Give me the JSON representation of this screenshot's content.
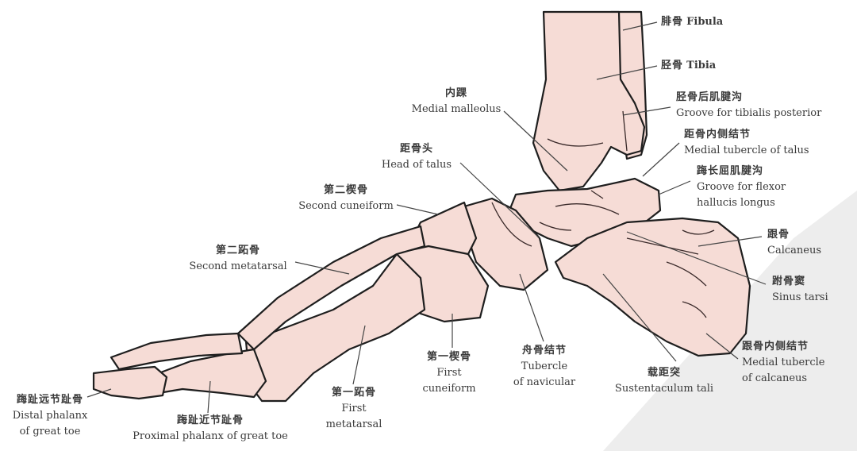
{
  "title": "Medial view of the foot bones",
  "labels": {
    "fibula": {
      "zh": "腓骨",
      "en": "Fibula"
    },
    "tibia": {
      "zh": "胫骨",
      "en": "Tibia"
    },
    "groove_tibialis": {
      "zh": "胫骨后肌腱沟",
      "en": "Groove for tibialis posterior"
    },
    "medial_tubercle_talus": {
      "zh": "距骨内侧结节",
      "en": "Medial tubercle of talus"
    },
    "groove_flexor": {
      "zh": "踇长屈肌腱沟",
      "en1": "Groove for flexor",
      "en2": "hallucis longus"
    },
    "calcaneus": {
      "zh": "跟骨",
      "en": "Calcaneus"
    },
    "sinus_tarsi": {
      "zh": "跗骨窦",
      "en": "Sinus tarsi"
    },
    "medial_tubercle_calcaneus": {
      "zh": "跟骨内侧结节",
      "en1": "Medial tubercle",
      "en2": "of calcaneus"
    },
    "sustentaculum": {
      "zh": "载距突",
      "en": "Sustentaculum tali"
    },
    "tubercle_navicular": {
      "zh": "舟骨结节",
      "en1": "Tubercle",
      "en2": "of navicular"
    },
    "first_cuneiform": {
      "zh": "第一楔骨",
      "en1": "First",
      "en2": "cuneiform"
    },
    "first_metatarsal": {
      "zh": "第一跖骨",
      "en1": "First",
      "en2": "metatarsal"
    },
    "proximal_phalanx": {
      "zh": "踇趾近节趾骨",
      "en": "Proximal phalanx of great toe"
    },
    "distal_phalanx": {
      "zh": "踇趾远节趾骨",
      "en1": "Distal phalanx",
      "en2": "of great toe"
    },
    "second_metatarsal": {
      "zh": "第二跖骨",
      "en": "Second metatarsal"
    },
    "second_cuneiform": {
      "zh": "第二楔骨",
      "en": "Second cuneiform"
    },
    "head_of_talus": {
      "zh": "距骨头",
      "en": "Head of talus"
    },
    "medial_malleolus": {
      "zh": "内踝",
      "en": "Medial malleolus"
    }
  },
  "colors": {
    "bone": "#f6dcd6",
    "outline": "#1e1e1e",
    "watermark": "#e6e6e6"
  }
}
